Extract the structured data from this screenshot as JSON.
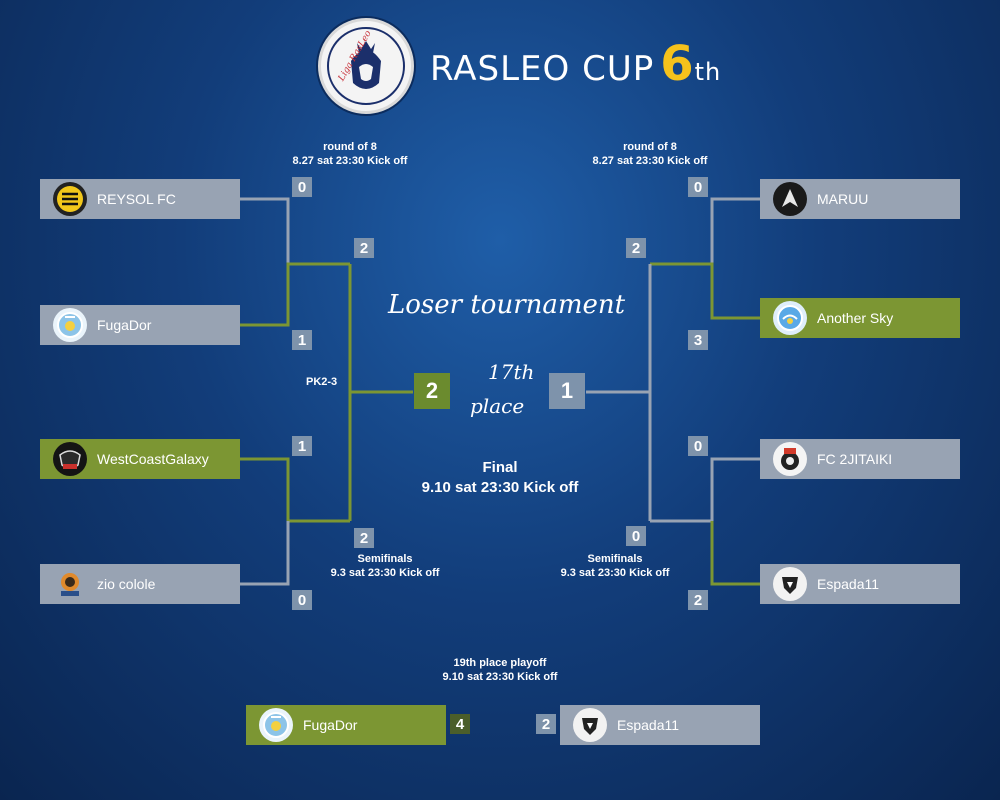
{
  "header": {
    "logo_text": "Liga RasLeo",
    "title": "RASLEO CUP",
    "edition_number": "6",
    "edition_suffix": "th"
  },
  "rounds": {
    "left_r8": {
      "name": "round of 8",
      "time": "8.27 sat 23:30 Kick off"
    },
    "right_r8": {
      "name": "round of 8",
      "time": "8.27 sat 23:30 Kick off"
    },
    "left_semi": {
      "name": "Semifinals",
      "time": "9.3 sat 23:30 Kick off"
    },
    "right_semi": {
      "name": "Semifinals",
      "time": "9.3 sat 23:30 Kick off"
    },
    "final": {
      "name": "Final",
      "time": "9.10 sat 23:30 Kick off"
    },
    "playoff": {
      "name": "19th place playoff",
      "time": "9.10 sat 23:30 Kick off"
    }
  },
  "tournament_label": "Loser tournament",
  "place_label": {
    "line1": "17th",
    "line2": "place"
  },
  "pk_note": "PK2-3",
  "left": {
    "teams": [
      {
        "name": "REYSOL FC",
        "score": "0",
        "result": "lose"
      },
      {
        "name": "FugaDor",
        "score": "1",
        "result": "win"
      },
      {
        "name": "WestCoastGalaxy",
        "score": "1",
        "result": "win"
      },
      {
        "name": "zio colole",
        "score": "0",
        "result": "lose"
      }
    ],
    "semi_scores": [
      "2",
      "2"
    ],
    "final_score": "2"
  },
  "right": {
    "teams": [
      {
        "name": "MARUU",
        "score": "0",
        "result": "lose"
      },
      {
        "name": "Another Sky",
        "score": "3",
        "result": "win"
      },
      {
        "name": "FC 2JITAIKI",
        "score": "0",
        "result": "lose"
      },
      {
        "name": "Espada11",
        "score": "2",
        "result": "win"
      }
    ],
    "semi_scores": [
      "2",
      "0"
    ],
    "final_score": "1"
  },
  "playoff": {
    "home": {
      "name": "FugaDor",
      "score": "4",
      "result": "win"
    },
    "away": {
      "name": "Espada11",
      "score": "2",
      "result": "lose"
    }
  },
  "colors": {
    "winner": "#7c9633",
    "loser": "#98a3b3",
    "accent": "#f6c21c",
    "background": "#123d7a"
  }
}
